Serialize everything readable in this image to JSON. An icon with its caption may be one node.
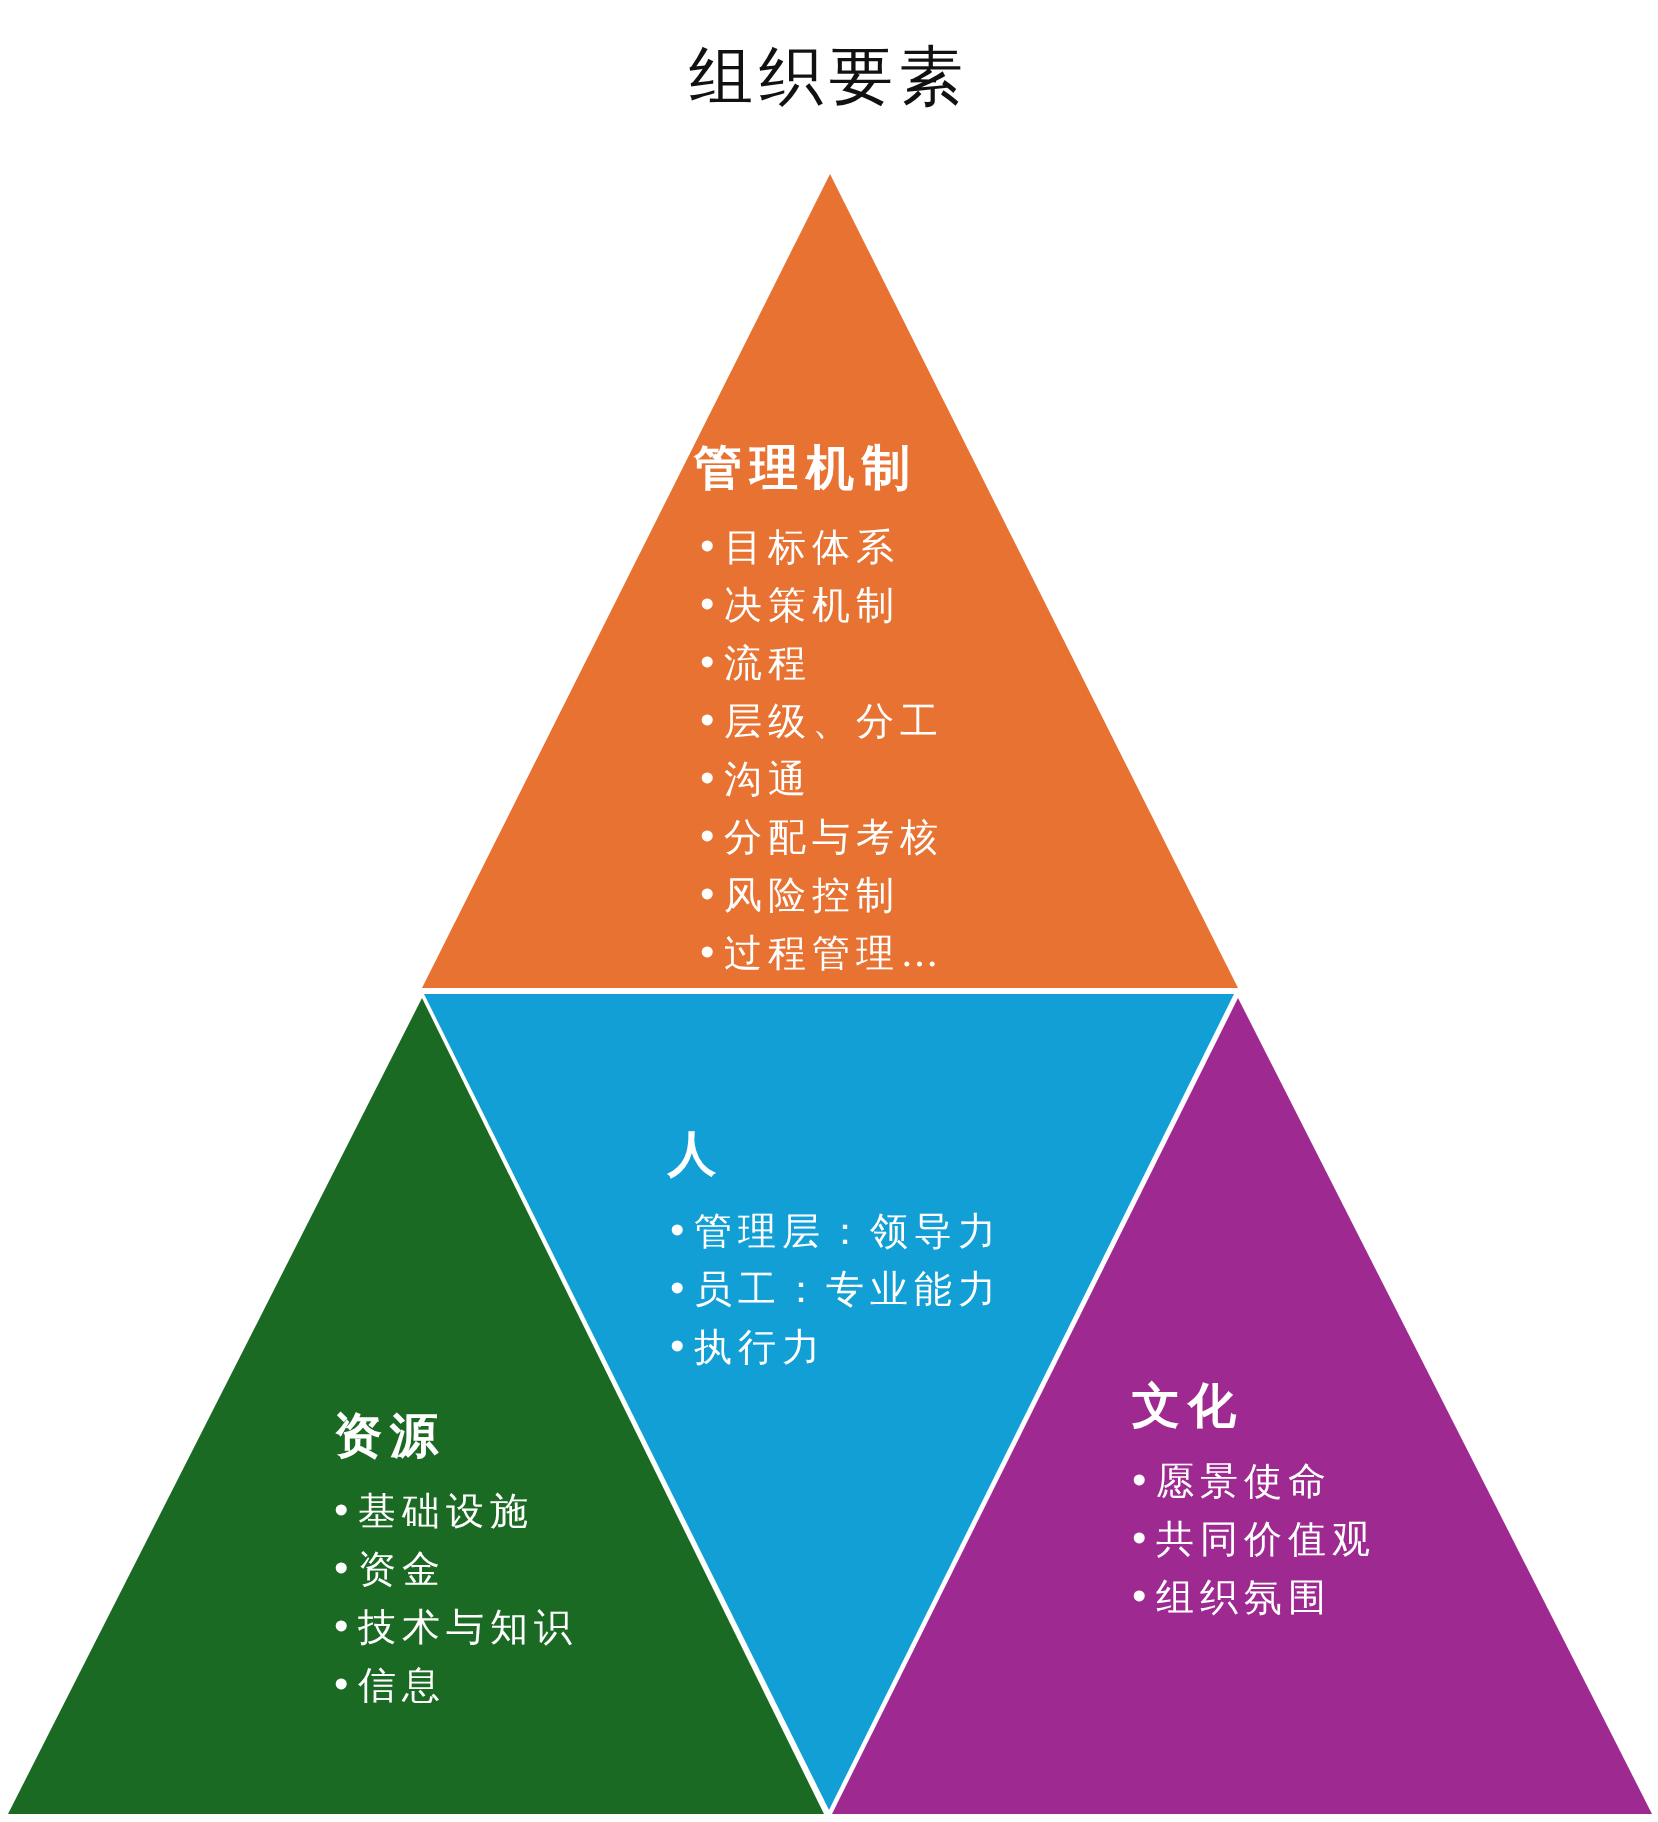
{
  "diagram": {
    "title": "组织要素",
    "nodes": [
      {
        "text": [
          "管理机制",
          "•目标体系",
          "•决策机制",
          "•流程",
          "•层级、分工",
          "•沟通",
          "•分配与考核",
          "•风险控制",
          "•过程管理…"
        ]
      },
      {
        "text": [
          "人",
          "•管理层：领导力",
          "•员工：专业能力",
          "•执行力"
        ]
      },
      {
        "text": [
          "资源",
          "•基础设施",
          "•资金",
          "•技术与知识",
          "•信息"
        ]
      },
      {
        "text": [
          "文化",
          "•愿景使命",
          "•共同价值观",
          "•组织氛围"
        ]
      }
    ],
    "edges": []
  }
}
